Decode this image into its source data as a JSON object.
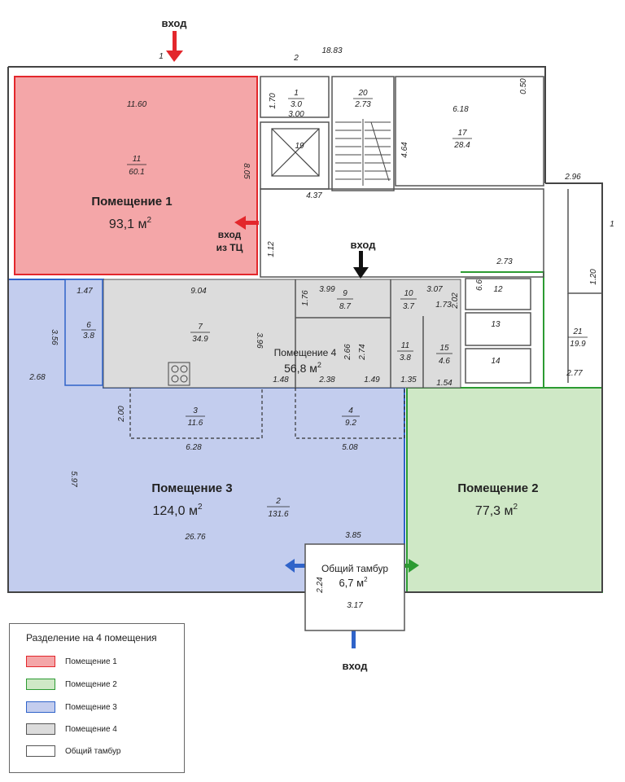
{
  "entrance_label": "вход",
  "mall_entrance": [
    "вход",
    "из ТЦ"
  ],
  "colors": {
    "room1": "#f4a6a8",
    "room1_border": "#e3272c",
    "room2": "#cfe8c6",
    "room2_border": "#2c9b32",
    "room3": "#c3cdee",
    "room3_border": "#2f63c9",
    "room4": "#dcdcdc",
    "arrow_red": "#e3272c",
    "arrow_blue": "#2f63c9",
    "arrow_green": "#2c9b32",
    "arrow_black": "#111111"
  },
  "zones": {
    "room1": {
      "name": "Помещение 1",
      "area": "93,1 м",
      "sup": "2"
    },
    "room2": {
      "name": "Помещение 2",
      "area": "77,3 м",
      "sup": "2"
    },
    "room3": {
      "name": "Помещение 3",
      "area": "124,0 м",
      "sup": "2"
    },
    "room4": {
      "name": "Помещение 4",
      "area": "56,8 м",
      "sup": "2"
    },
    "vestibule": {
      "name": "Общий тамбур",
      "area": "6,7 м",
      "sup": "2"
    }
  },
  "rooms": {
    "r11": {
      "num": "11",
      "area": "60.1"
    },
    "r1": {
      "num": "1",
      "area": "3.0"
    },
    "r20": {
      "num": "20",
      "area": "2.73"
    },
    "r17": {
      "num": "17",
      "area": "28.4"
    },
    "r19": {
      "num": "19"
    },
    "r6": {
      "num": "6",
      "area": "3.8"
    },
    "r7": {
      "num": "7",
      "area": "34.9"
    },
    "r9": {
      "num": "9",
      "area": "8.7"
    },
    "r10": {
      "num": "10",
      "area": "3.7"
    },
    "r12": {
      "num": "12"
    },
    "r13": {
      "num": "13"
    },
    "r14": {
      "num": "14"
    },
    "r21": {
      "num": "21",
      "area": "19.9"
    },
    "r11b": {
      "num": "11",
      "area": "3.8"
    },
    "r15": {
      "num": "15",
      "area": "4.6"
    },
    "r3": {
      "num": "3",
      "area": "11.6"
    },
    "r4": {
      "num": "4",
      "area": "9.2"
    },
    "r2": {
      "num": "2",
      "area": "131.6"
    }
  },
  "dims": {
    "d1883": "18.83",
    "d1160": "11.60",
    "d805": "8.05",
    "d170": "1.70",
    "d300": "3.00",
    "d618": "6.18",
    "d050": "0.50",
    "d464": "4.64",
    "d437": "4.37",
    "d296": "2.96",
    "d112": "1.12",
    "d273": "2.73",
    "d120": "1.20",
    "d147": "1.47",
    "d904": "9.04",
    "d399": "3.99",
    "d176": "1.76",
    "d307": "3.07",
    "d173": "1.73",
    "d202": "2.02",
    "d66": "6.6",
    "d356": "3.56",
    "d268": "2.68",
    "d396": "3.96",
    "d266": "2.66",
    "d274": "2.74",
    "d148": "1.48",
    "d238": "2.38",
    "d149": "1.49",
    "d135": "1.35",
    "d154": "1.54",
    "d277": "2.77",
    "d200": "2.00",
    "d628": "6.28",
    "d508": "5.08",
    "d597": "5.97",
    "d2676": "26.76",
    "d385": "3.85",
    "d224": "2.24",
    "d317": "3.17",
    "dm1": "1",
    "dm1r": "1",
    "dm2": "2"
  },
  "legend": {
    "title": "Разделение на 4 помещения",
    "items": [
      {
        "label": "Помещение 1",
        "color": "#f4a6a8",
        "border": "#e3272c"
      },
      {
        "label": "Помещение 2",
        "color": "#cfe8c6",
        "border": "#2c9b32"
      },
      {
        "label": "Помещение 3",
        "color": "#c3cdee",
        "border": "#2f63c9"
      },
      {
        "label": "Помещение 4",
        "color": "#dcdcdc",
        "border": "#555555"
      },
      {
        "label": "Общий тамбур",
        "color": "#ffffff",
        "border": "#555555"
      }
    ]
  }
}
